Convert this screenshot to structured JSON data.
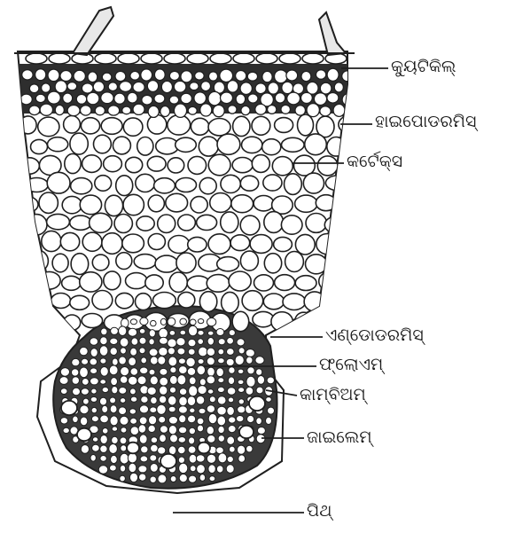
{
  "labels": {
    "cuticle": "କ୍ୟୁଟିକିଲ୍",
    "hypodermis": "ହାଇପୋଡରମିସ୍",
    "cortex": "କର୍ଟେକ୍ସ",
    "endodermis": "ଏଣ୍ଡୋଡରମିସ୍",
    "phloem": "ଫ୍ଲୋଏମ୍",
    "cambium": "କାମ୍ବିଅମ୍",
    "xylem": "ଜାଇଲେମ୍",
    "pith": "ପିଥ୍"
  },
  "colors": {
    "line": "#1f1f1f",
    "hypodermis_fill": "#2e2e2e",
    "cell_fill": "#ffffff",
    "vascular_fill": "#3a3a3a"
  }
}
